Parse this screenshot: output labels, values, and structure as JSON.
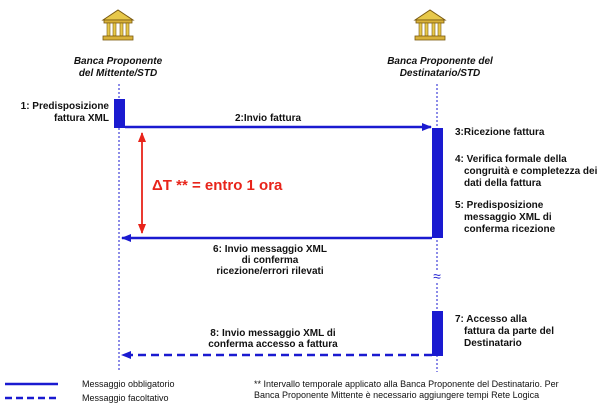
{
  "actors": {
    "left": {
      "line1": "Banca Proponente",
      "line2": "del Mittente/STD"
    },
    "right": {
      "line1": "Banca Proponente del",
      "line2": "Destinatario/STD"
    }
  },
  "steps": {
    "s1": [
      "1: Predisposizione",
      "fattura XML"
    ],
    "s2": "2:Invio fattura",
    "s3": "3:Ricezione fattura",
    "s4": [
      "4: Verifica formale della",
      "congruità e completezza dei",
      "dati della fattura"
    ],
    "s5": [
      "5: Predisposizione",
      "messaggio XML di",
      "conferma ricezione"
    ],
    "s6": [
      "6: Invio messaggio XML",
      "di conferma",
      "ricezione/errori rilevati"
    ],
    "s7": [
      "7: Accesso alla",
      "fattura da parte del",
      "Destinatario"
    ],
    "s8": [
      "8: Invio messaggio XML di",
      "conferma accesso a fattura"
    ]
  },
  "delta": "ΔT ** = entro  1 ora",
  "break_mark": "≈",
  "legend": {
    "mandatory": "Messaggio obbligatorio",
    "optional": "Messaggio facoltativo"
  },
  "footnote": [
    "** Intervallo temporale applicato alla Banca Proponente del Destinatario. Per",
    "Banca Proponente Mittente è necessario aggiungere tempi Rete Logica"
  ],
  "colors": {
    "blue": "#1a1ad0",
    "red": "#e8241a"
  }
}
